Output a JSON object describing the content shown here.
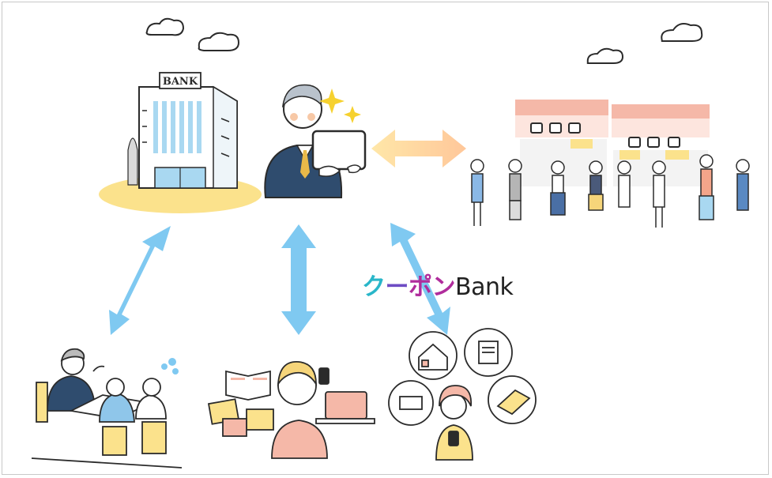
{
  "bank_sign": "BANK",
  "logo": {
    "part1": "ク",
    "part2": "ー",
    "part3": "ポン",
    "part4": "Bank"
  },
  "colors": {
    "arrow_blue": "#7fc9f1",
    "arrow_orange": "#ffd9a6",
    "ground_yellow": "#fbe28c",
    "building_blue": "#a9d8f1",
    "awning_pink": "#f5b8a8",
    "outline": "#2b2b2b"
  }
}
